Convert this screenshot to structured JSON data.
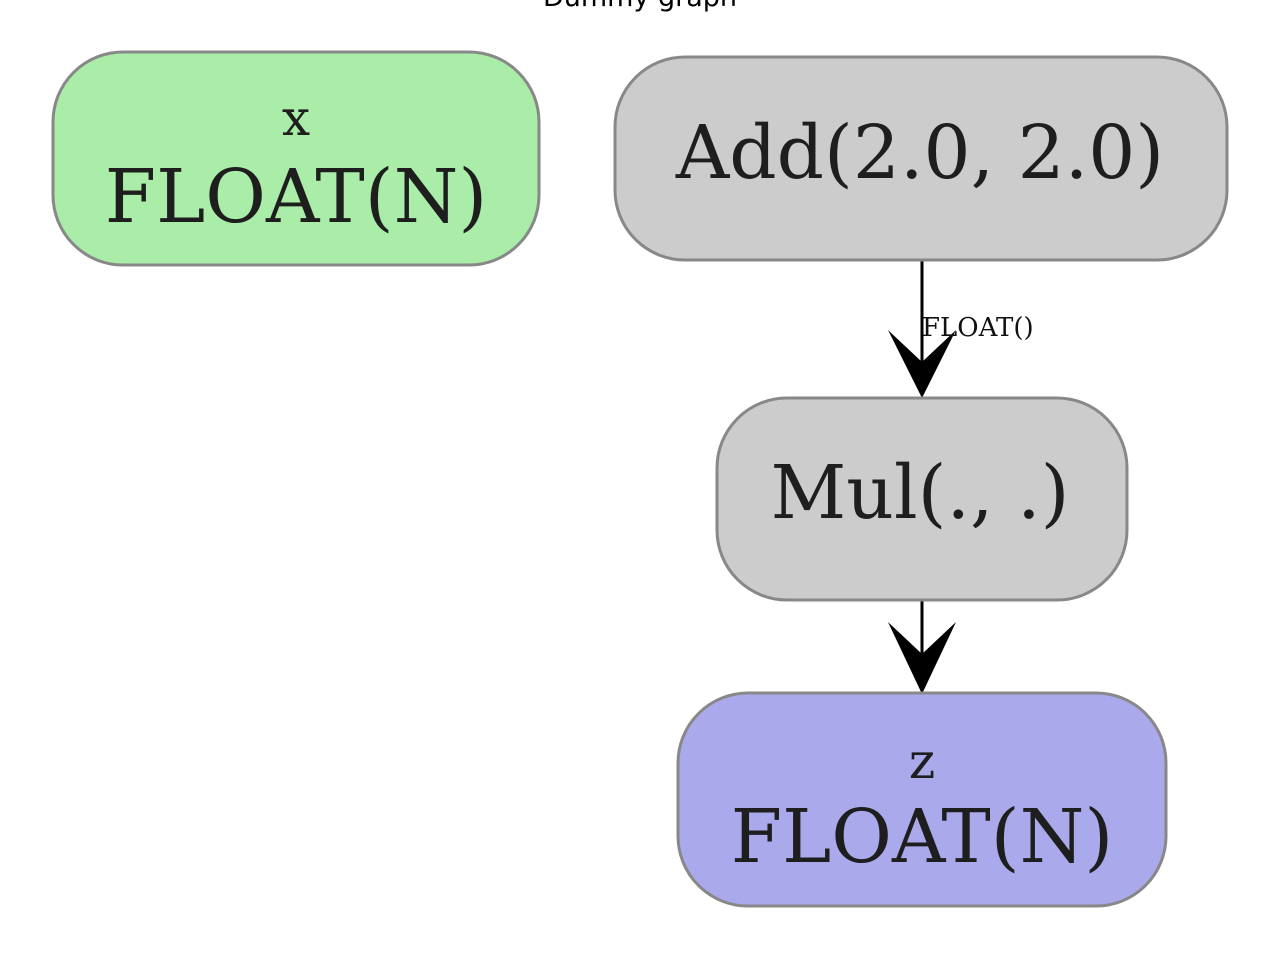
{
  "title": "Dummy graph",
  "nodes": [
    {
      "id": "x",
      "lines": [
        "x",
        "FLOAT(N)"
      ],
      "fill": "#a9eda8",
      "kind": "input"
    },
    {
      "id": "add",
      "lines": [
        "Add(2.0, 2.0)"
      ],
      "fill": "#cccccc",
      "kind": "op"
    },
    {
      "id": "mul",
      "lines": [
        "Mul(., .)"
      ],
      "fill": "#cccccc",
      "kind": "op"
    },
    {
      "id": "z",
      "lines": [
        "z",
        "FLOAT(N)"
      ],
      "fill": "#a9a9ec",
      "kind": "output"
    }
  ],
  "edges": [
    {
      "from": "add",
      "to": "mul",
      "label": "FLOAT()"
    },
    {
      "from": "mul",
      "to": "z",
      "label": ""
    }
  ],
  "colors": {
    "border": "#888888",
    "edge": "#000000"
  }
}
